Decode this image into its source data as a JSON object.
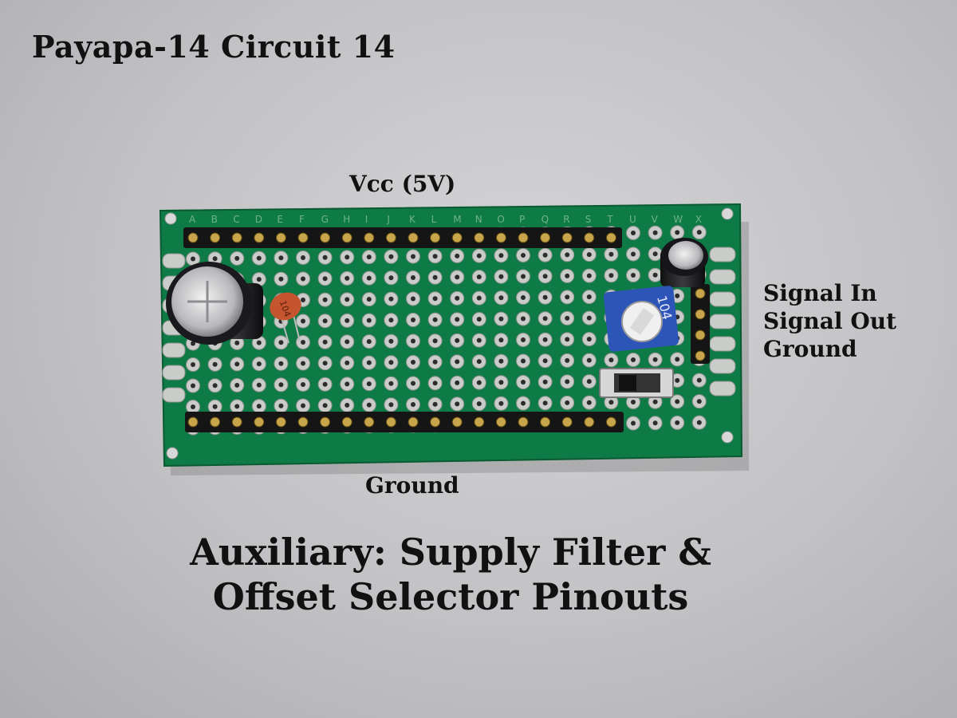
{
  "title": "Payapa-14 Circuit 14",
  "labels": {
    "vcc": "Vcc (5V)",
    "ground_bottom": "Ground",
    "signal_in": "Signal In",
    "signal_out": "Signal Out",
    "ground_right": "Ground"
  },
  "caption": {
    "line1": "Auxiliary: Supply Filter &",
    "line2": "Offset Selector Pinouts"
  },
  "board": {
    "column_letters": [
      "A",
      "B",
      "C",
      "D",
      "E",
      "F",
      "G",
      "H",
      "I",
      "J",
      "K",
      "L",
      "M",
      "N",
      "O",
      "P",
      "Q",
      "R",
      "S",
      "T",
      "U",
      "V",
      "W",
      "X"
    ],
    "ceramic_cap_marking": "104",
    "trimmer_marking": "104",
    "colors": {
      "pcb": "#0e7a45",
      "pad": "#c9ccc8",
      "header": "#151515",
      "pin": "#c7a54a",
      "trimmer": "#2d55b8",
      "ceramic_cap": "#c4552f"
    }
  }
}
